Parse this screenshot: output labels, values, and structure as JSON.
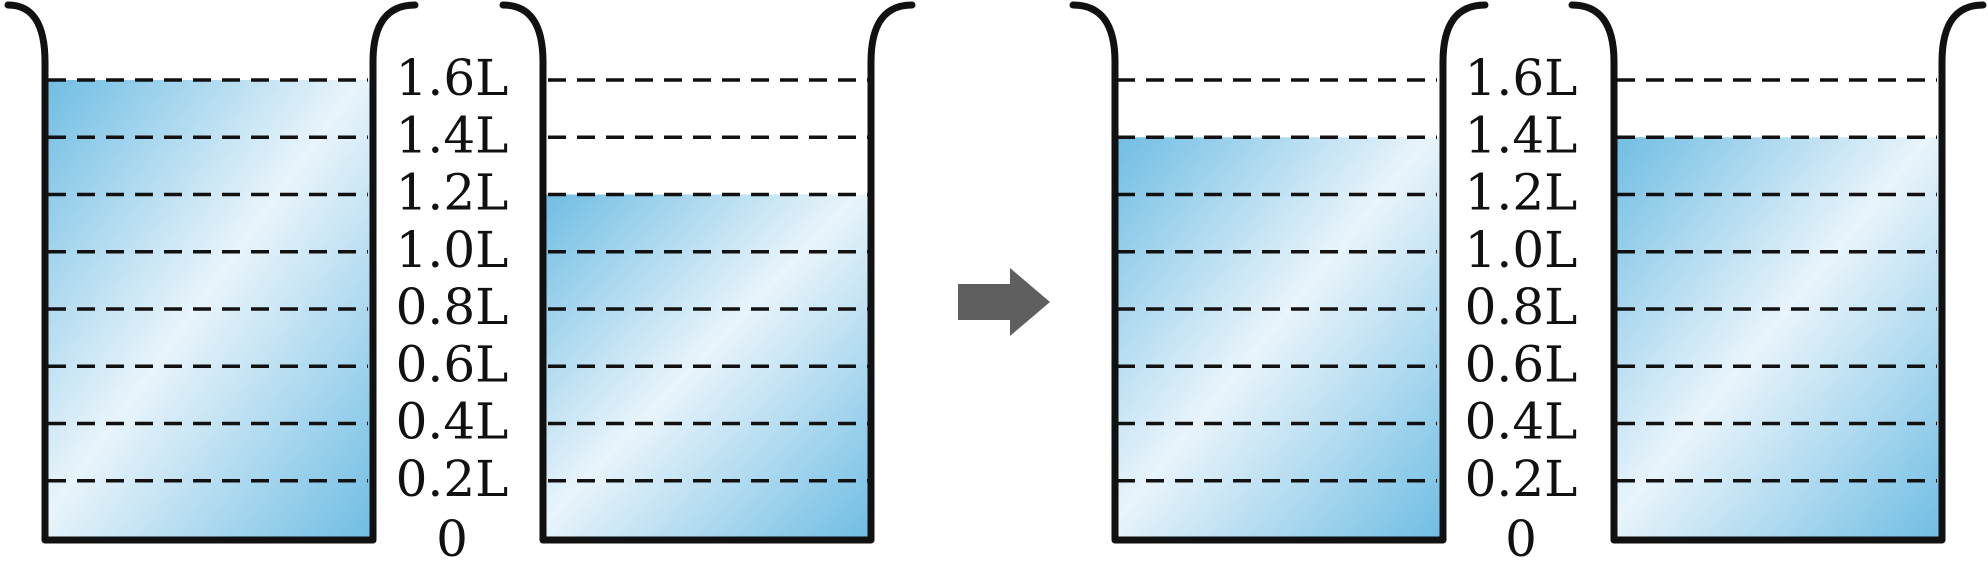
{
  "scale": {
    "ticks": [
      {
        "value": 0.2,
        "label": "0.2L"
      },
      {
        "value": 0.4,
        "label": "0.4L"
      },
      {
        "value": 0.6,
        "label": "0.6L"
      },
      {
        "value": 0.8,
        "label": "0.8L"
      },
      {
        "value": 1.0,
        "label": "1.0L"
      },
      {
        "value": 1.2,
        "label": "1.2L"
      },
      {
        "value": 1.4,
        "label": "1.4L"
      },
      {
        "value": 1.6,
        "label": "1.6L"
      }
    ],
    "zero_label": "0",
    "max": 1.6
  },
  "before": {
    "left_beaker_level": 1.6,
    "right_beaker_level": 1.2
  },
  "after": {
    "left_beaker_level": 1.4,
    "right_beaker_level": 1.4
  },
  "arrow_icon": "right-arrow-icon",
  "colors": {
    "water_deep": "#6fbde3",
    "water_light": "#e9f4fb",
    "outline": "#111111",
    "arrow": "#5f5f5f"
  }
}
